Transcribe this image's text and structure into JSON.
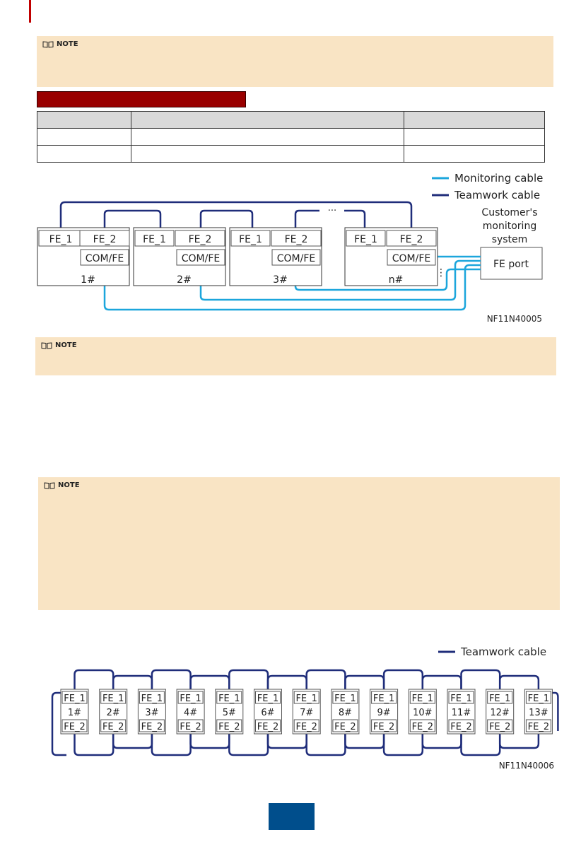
{
  "notes": {
    "label": "NOTE"
  },
  "diagram1": {
    "legend": {
      "monitoring_label": "Monitoring cable",
      "teamwork_label": "Teamwork cable",
      "monitoring_color": "#1ca6dc",
      "teamwork_color": "#1f2d7a"
    },
    "port_labels": {
      "fe1": "FE_1",
      "fe2": "FE_2",
      "com": "COM/FE"
    },
    "units": [
      {
        "label": "1#"
      },
      {
        "label": "2#"
      },
      {
        "label": "3#"
      },
      {
        "label": "n#"
      }
    ],
    "ellipsis": "···",
    "vertical_dots": "⋮",
    "customer": {
      "title_line1": "Customer's",
      "title_line2": "monitoring",
      "title_line3": "system",
      "port": "FE port"
    },
    "figure_id": "NF11N40005"
  },
  "diagram2": {
    "legend_label": "Teamwork cable",
    "units": [
      "1#",
      "2#",
      "3#",
      "4#",
      "5#",
      "6#",
      "7#",
      "8#",
      "9#",
      "10#",
      "11#",
      "12#",
      "13#"
    ],
    "port_top": "FE_1",
    "port_bottom": "FE_2",
    "figure_id": "NF11N40006"
  },
  "colors": {
    "note_bg": "#f9e4c4",
    "header_bar": "#990000",
    "page_num_bg": "#004e8c"
  }
}
